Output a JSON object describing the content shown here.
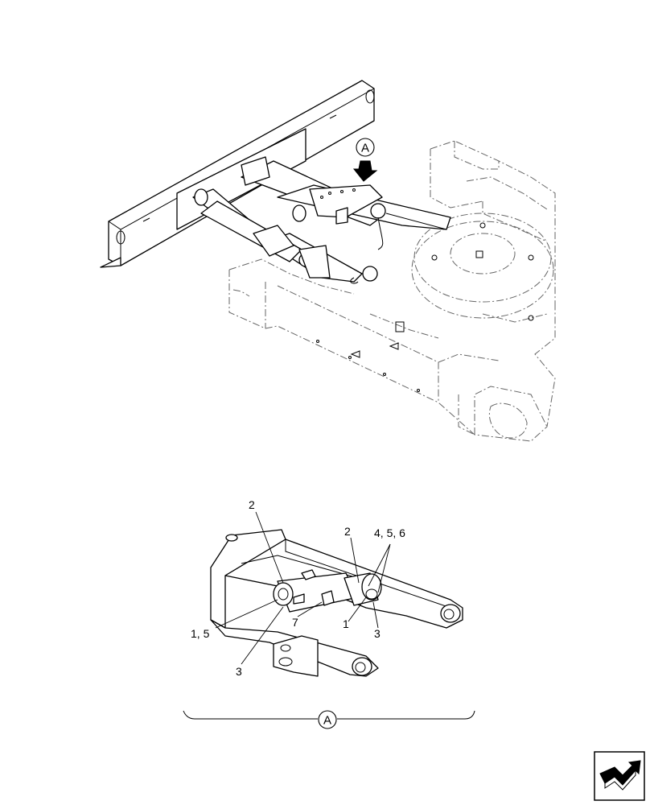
{
  "view_marker": {
    "label": "A"
  },
  "detail_callouts": [
    {
      "id": "c2a",
      "text": "2"
    },
    {
      "id": "c2b",
      "text": "2"
    },
    {
      "id": "c456",
      "text": "4, 5, 6"
    },
    {
      "id": "c15",
      "text": "1, 5"
    },
    {
      "id": "c7",
      "text": "7"
    },
    {
      "id": "c1",
      "text": "1"
    },
    {
      "id": "c3a",
      "text": "3"
    },
    {
      "id": "c3b",
      "text": "3"
    }
  ],
  "detail_label": {
    "label": "A"
  },
  "nav_icon": {
    "name": "next-page-arrow-icon"
  }
}
